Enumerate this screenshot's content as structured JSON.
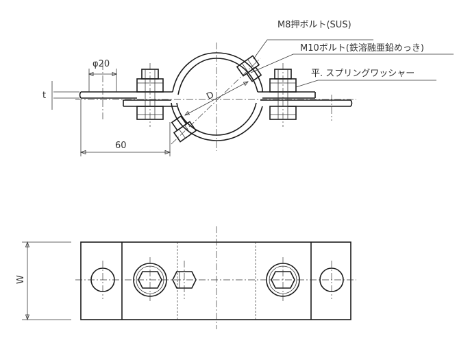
{
  "labels": {
    "bolt_m8": "M8押ボルト(SUS)",
    "bolt_m10": "M10ボルト(鉄溶融亜鉛めっき)",
    "washer": "平. スプリングワッシャー"
  },
  "dimensions": {
    "hole_dia": "φ20",
    "thickness": "t",
    "diameter": "D",
    "offset": "60",
    "width": "W"
  },
  "colors": {
    "line": "#1a1a1a",
    "background": "#ffffff"
  }
}
